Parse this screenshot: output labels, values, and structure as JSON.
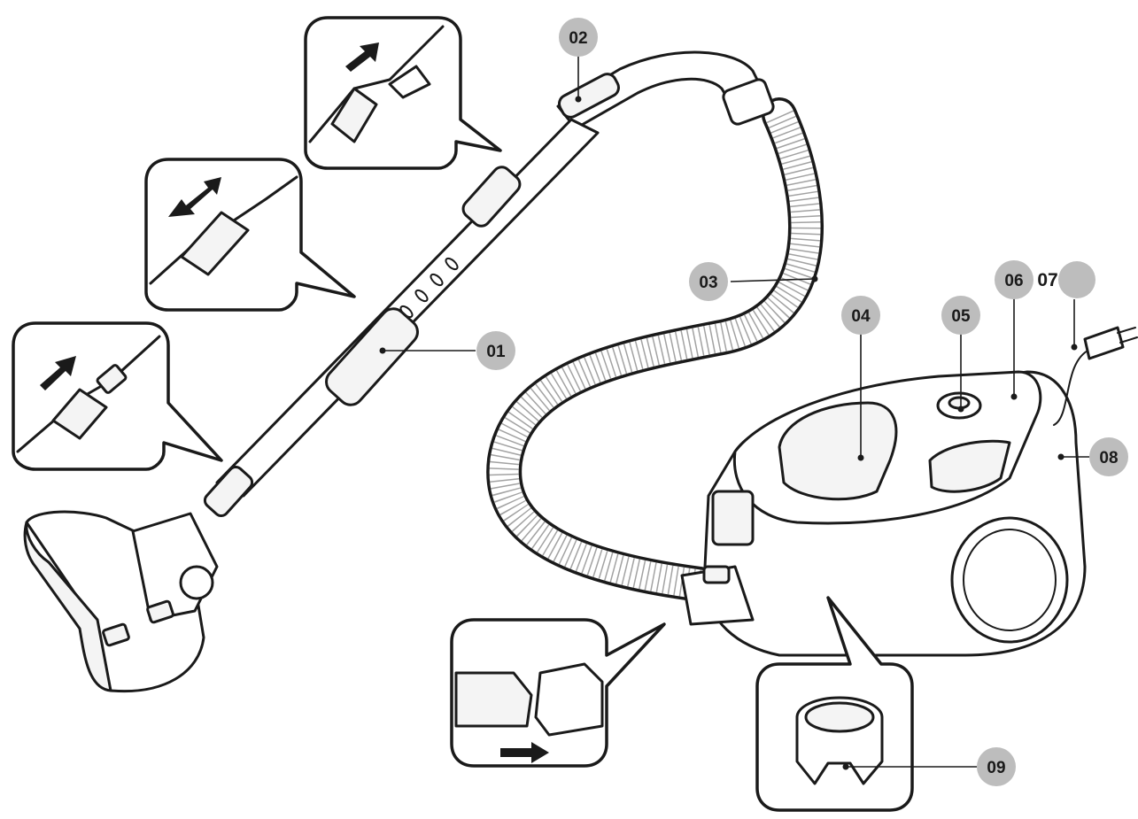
{
  "labels": [
    {
      "id": "01",
      "text": "01"
    },
    {
      "id": "02",
      "text": "02"
    },
    {
      "id": "03",
      "text": "03"
    },
    {
      "id": "04",
      "text": "04"
    },
    {
      "id": "05",
      "text": "05"
    },
    {
      "id": "06",
      "text": "06"
    },
    {
      "id": "07",
      "text": "07"
    },
    {
      "id": "08",
      "text": "08"
    },
    {
      "id": "09",
      "text": "09"
    }
  ],
  "colors": {
    "badge": "#bdbdbd",
    "line": "#1a1a1a",
    "background": "#ffffff"
  }
}
